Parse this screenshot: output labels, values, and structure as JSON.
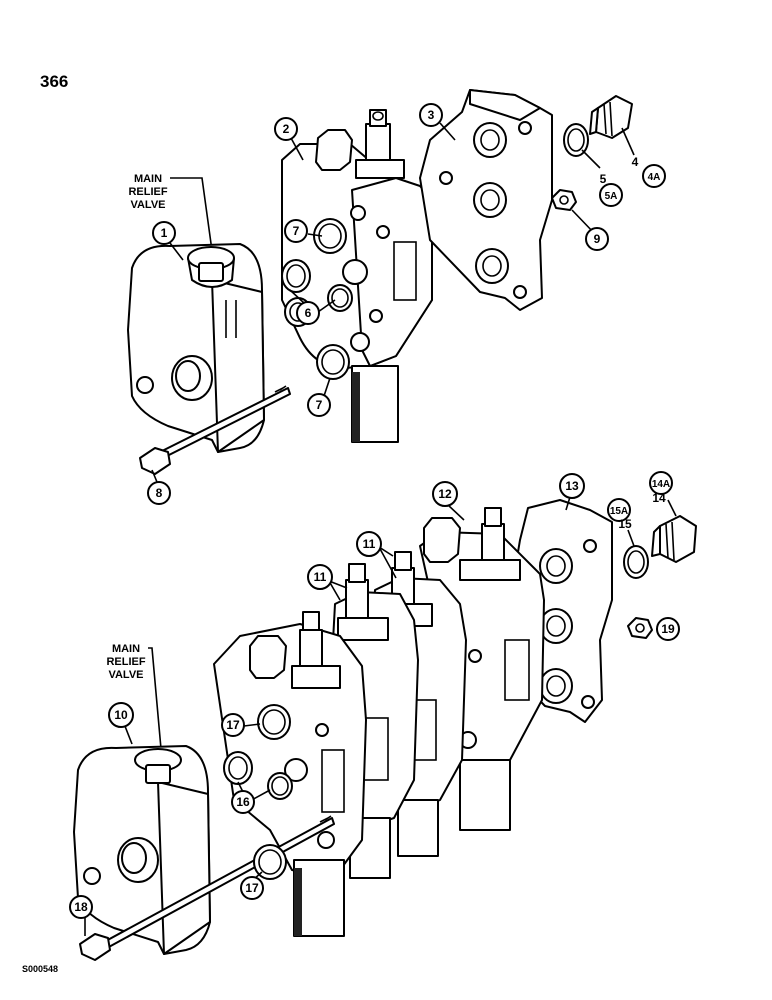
{
  "page_number": "366",
  "figure_code": "S000548",
  "top_assembly": {
    "main_relief_label": [
      "MAIN",
      "RELIEF",
      "VALVE"
    ],
    "callouts": {
      "c1": "1",
      "c2": "2",
      "c3": "3",
      "c4": "4",
      "c4a": "4A",
      "c5": "5",
      "c5a": "5A",
      "c6": "6",
      "c7a": "7",
      "c7b": "7",
      "c8": "8",
      "c9": "9"
    }
  },
  "bottom_assembly": {
    "main_relief_label": [
      "MAIN",
      "RELIEF",
      "VALVE"
    ],
    "callouts": {
      "c10": "10",
      "c11a": "11",
      "c11b": "11",
      "c12": "12",
      "c13": "13",
      "c14": "14",
      "c14a": "14A",
      "c15": "15",
      "c15a": "15A",
      "c16": "16",
      "c17a": "17",
      "c17b": "17",
      "c18": "18",
      "c19": "19"
    }
  }
}
